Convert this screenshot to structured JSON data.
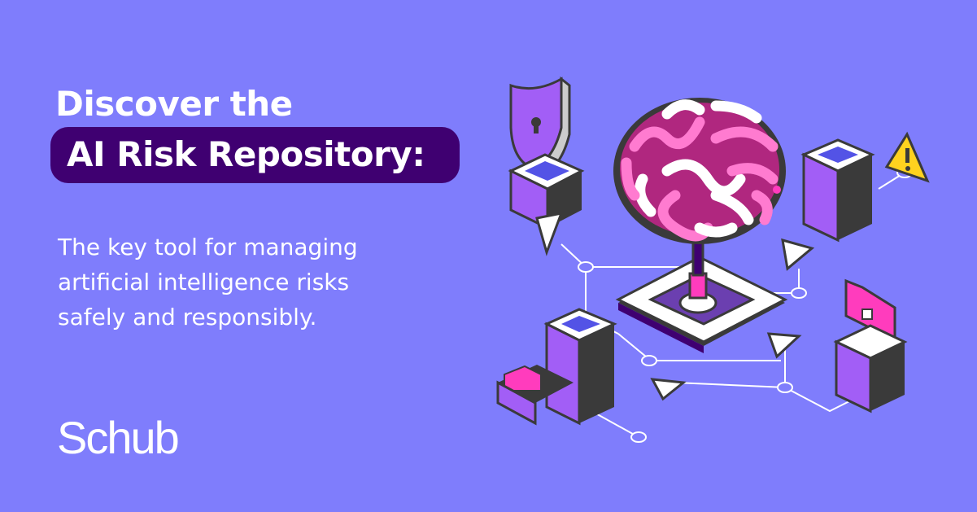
{
  "headline": {
    "line1": "Discover the",
    "line2": "AI Risk Repository:"
  },
  "subtitle": {
    "lines": [
      "The key tool for managing",
      "artificial intelligence risks",
      "safely and responsibly."
    ]
  },
  "brand": {
    "logo": "Schub"
  },
  "colors": {
    "background": "#7f7dfc",
    "pill": "#3f0071",
    "pink": "#ff6ec7",
    "magenta": "#ff3cbd",
    "purple": "#a25ef6",
    "dark": "#3a3a3a"
  },
  "illustration": {
    "icons": [
      "brain-icon",
      "shield-lock-icon",
      "warning-icon",
      "locked-folder-icon",
      "server-icon",
      "file-drawer-icon"
    ]
  }
}
